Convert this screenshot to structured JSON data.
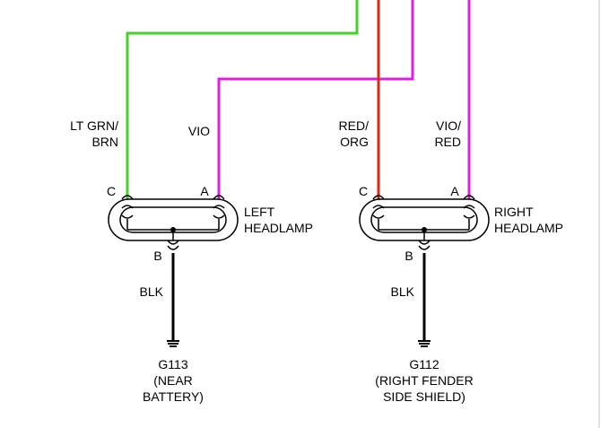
{
  "colors": {
    "lt_grn": "#46d22a",
    "vio": "#e020e0",
    "red": "#e02a10",
    "blk": "#000000"
  },
  "left": {
    "wire_c": [
      "LT GRN/",
      "BRN"
    ],
    "wire_a": [
      "VIO"
    ],
    "pin_c": "C",
    "pin_a": "A",
    "pin_b": "B",
    "component": [
      "LEFT",
      "HEADLAMP"
    ],
    "ground_wire": "BLK",
    "ground": [
      "G113",
      "(NEAR",
      "BATTERY)"
    ]
  },
  "right": {
    "wire_c": [
      "RED/",
      "ORG"
    ],
    "wire_a": [
      "VIO/",
      "RED"
    ],
    "pin_c": "C",
    "pin_a": "A",
    "pin_b": "B",
    "component": [
      "RIGHT",
      "HEADLAMP"
    ],
    "ground_wire": "BLK",
    "ground": [
      "G112",
      "(RIGHT FENDER",
      "SIDE SHIELD)"
    ]
  }
}
